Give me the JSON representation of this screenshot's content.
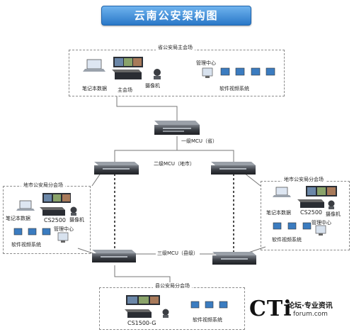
{
  "title": "云南公安架构图",
  "zones": {
    "province": {
      "label": "省公安局主会场",
      "items": {
        "laptop": "笔记本数据",
        "main": "主会场",
        "camera": "摄像机",
        "mgmt": "管理中心",
        "soft": "软件视频系统"
      }
    },
    "city_left": {
      "label": "地市公安局分会场",
      "items": {
        "laptop": "笔记本数据",
        "cs": "CS2500",
        "camera": "摄像机",
        "mgmt": "管理中心",
        "soft": "软件视频系统"
      }
    },
    "city_right": {
      "label": "地市公安局分会场",
      "items": {
        "laptop": "笔记本数据",
        "cs": "CS2500",
        "camera": "摄像机",
        "mgmt": "管理中心",
        "soft": "软件视频系统"
      }
    },
    "county": {
      "label": "县公安局分会场",
      "items": {
        "cs": "CS1500-G",
        "soft": "软件视频系统"
      }
    }
  },
  "mcu": {
    "level1": "一级MCU（省）",
    "level2": "二级MCU（地市）",
    "level3": "三级MCU（县级）"
  },
  "watermark": {
    "brand": "CTi",
    "slogan": "论坛·专业资讯",
    "domain": "forum.com"
  }
}
